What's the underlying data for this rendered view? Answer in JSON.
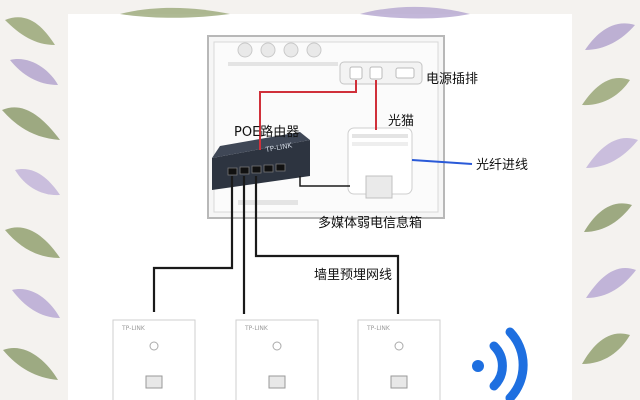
{
  "labels": {
    "power_strip": "电源插排",
    "modem": "光猫",
    "router": "POE路由器",
    "fiber_in": "光纤进线",
    "media_box": "多媒体弱电信息箱",
    "wall_cable": "墙里预埋网线"
  },
  "router_brand": "TP-LINK",
  "panel_brand": "TP-LINK",
  "panels": [
    {
      "brand": "TP-LINK"
    },
    {
      "brand": "TP-LINK"
    },
    {
      "brand": "TP-LINK"
    }
  ],
  "colors": {
    "power_cable": "#d0303a",
    "fiber_cable": "#2a5ad8",
    "ethernet_cable": "#1a1a1a",
    "wifi": "#1e6fe0",
    "router_body": "#2d3440"
  }
}
